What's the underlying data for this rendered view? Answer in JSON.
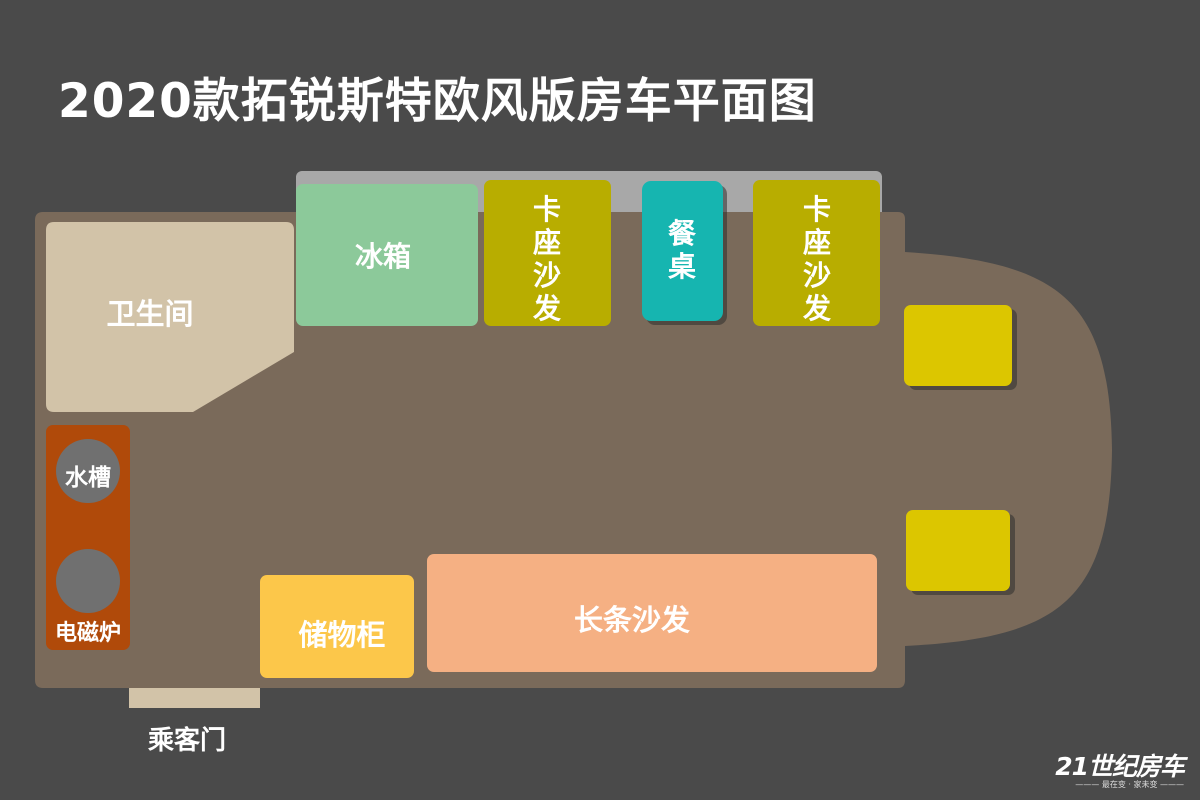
{
  "title": "2020款拓锐斯特欧风版房车平面图",
  "areas": {
    "bathroom": "卫生间",
    "fridge": "冰箱",
    "booth_sofa_left": "卡座沙发",
    "dining_table": "餐桌",
    "booth_sofa_right": "卡座沙发",
    "sink": "水槽",
    "induction_cooker": "电磁炉",
    "storage_cabinet": "储物柜",
    "long_sofa": "长条沙发"
  },
  "door_label": "乘客门",
  "logo": {
    "main": "21世纪房车",
    "tagline": "——— 最在变 · 家未变 ———"
  },
  "colors": {
    "background": "#4a4a4a",
    "floor": "#7a6a5a",
    "bathroom": "#d2c3a8",
    "fridge": "#8cc99a",
    "booth_sofa": "#b8ad00",
    "dining_table": "#16b5b0",
    "kitchen_counter": "#b04a0a",
    "burner": "#707070",
    "storage_cabinet": "#fcc74a",
    "long_sofa": "#f5b083",
    "front_seat": "#dcc600",
    "wall_strip": "#a8a8a8",
    "door": "#d2c3a8"
  }
}
